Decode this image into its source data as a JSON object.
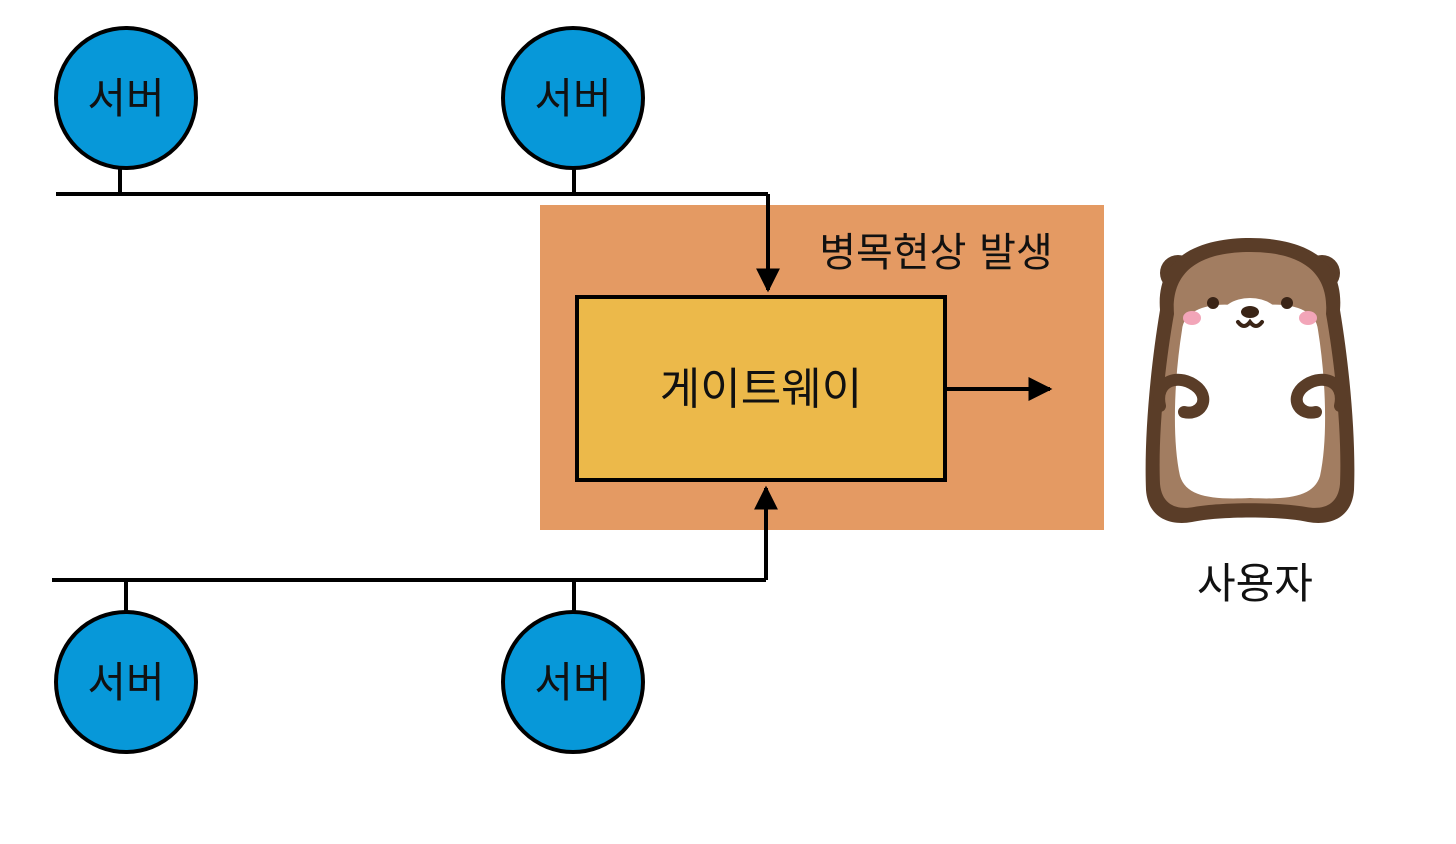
{
  "diagram": {
    "server_label": "서버",
    "gateway_label": "게이트웨이",
    "bottleneck_label": "병목현상 발생",
    "user_label": "사용자"
  },
  "colors": {
    "server_fill": "#0798d9",
    "gateway_fill": "#ecb94a",
    "bottleneck_fill": "#e49a63",
    "line": "#000000",
    "otter_dark": "#5a3d28",
    "otter_body": "#a27d61",
    "otter_belly": "#ffffff",
    "otter_cheek": "#f2a5b8"
  },
  "icons": {
    "user": "otter-mascot-icon"
  }
}
